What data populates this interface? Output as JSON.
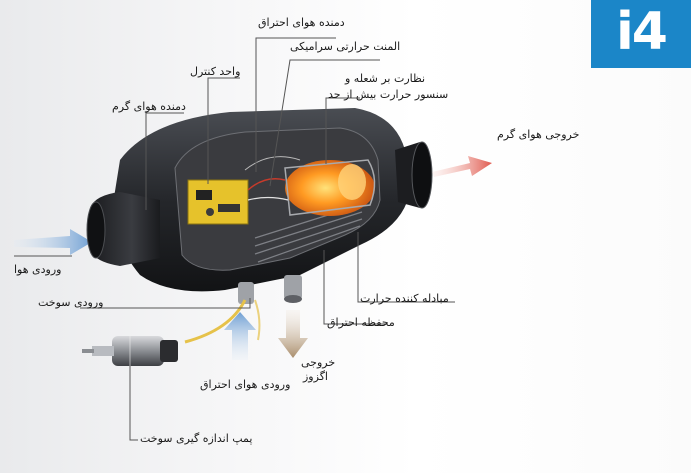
{
  "logo": {
    "text": "i4",
    "color": "#1b86c8"
  },
  "labels": {
    "combustion_air_blower": "دمنده هوای احتراق",
    "ceramic_glow_element": "المنت حرارتی سرامیکی",
    "control_unit": "واحد کنترل",
    "flame_monitor": "نظارت بر شعله و",
    "overheat_sensor": "سنسور حرارت بیش از حد",
    "warm_air_blower": "دمنده هوای گرم",
    "warm_air_outlet": "خروجی هوای گرم",
    "air_inlet": "ورودی هوا",
    "fuel_inlet": "ورودی سوخت",
    "heat_exchanger": "مبادله کننده حرارت",
    "combustion_chamber": "محفظه احتراق",
    "exhaust_outlet": "خروجی",
    "exhaust_outlet_2": "اگزوز",
    "combustion_air_inlet": "ورودی هوای احتراق",
    "dosing_pump": "پمپ اندازه گیری سوخت"
  },
  "colors": {
    "air_arrow": "#7aa9d9",
    "warm_arrow": "#e4695f",
    "exhaust_arrow": "#b59a7a",
    "fuel_line": "#e6c24a",
    "flame": "#ff8a1e",
    "body": "#2a2c30"
  }
}
